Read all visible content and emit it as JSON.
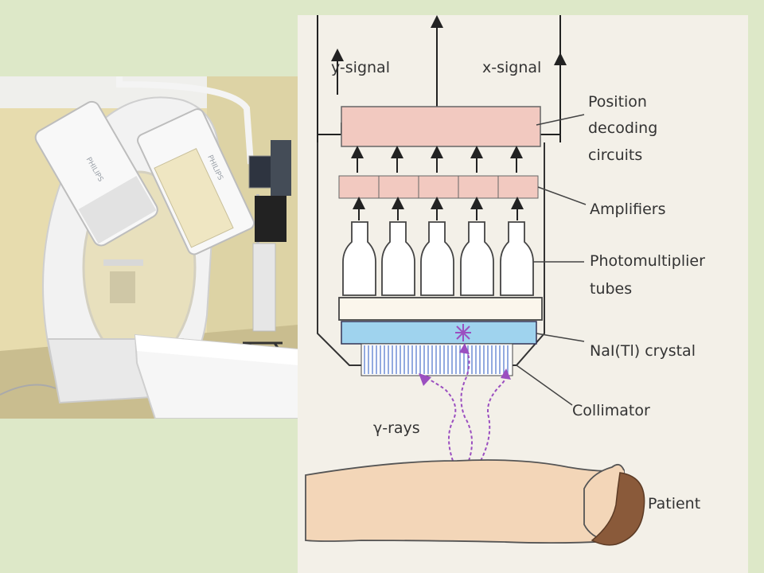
{
  "slide": {
    "background": "#dde8c8"
  },
  "photo": {
    "device_brand": "PHILIPS",
    "detector_icon": "gamma-camera-detector-head"
  },
  "diagram": {
    "signals": {
      "y": "y-signal",
      "x": "x-signal"
    },
    "labels": {
      "position_decoding": [
        "Position",
        "decoding",
        "circuits"
      ],
      "amplifiers": "Amplifiers",
      "photomultiplier": [
        "Photomultiplier",
        "tubes"
      ],
      "crystal": "NaI(Tl) crystal",
      "collimator": "Collimator",
      "gamma_rays": "γ-rays",
      "patient": "Patient"
    },
    "colors": {
      "decoding_box": "#f2c9c0",
      "amplifier_box": "#f2c9c0",
      "crystal": "#9fd3ee",
      "collimator": "#6f8ed6",
      "gamma_rays": "#9b4fc0",
      "patient_body": "#f3d6b8",
      "patient_hair": "#8a5a3a"
    }
  }
}
